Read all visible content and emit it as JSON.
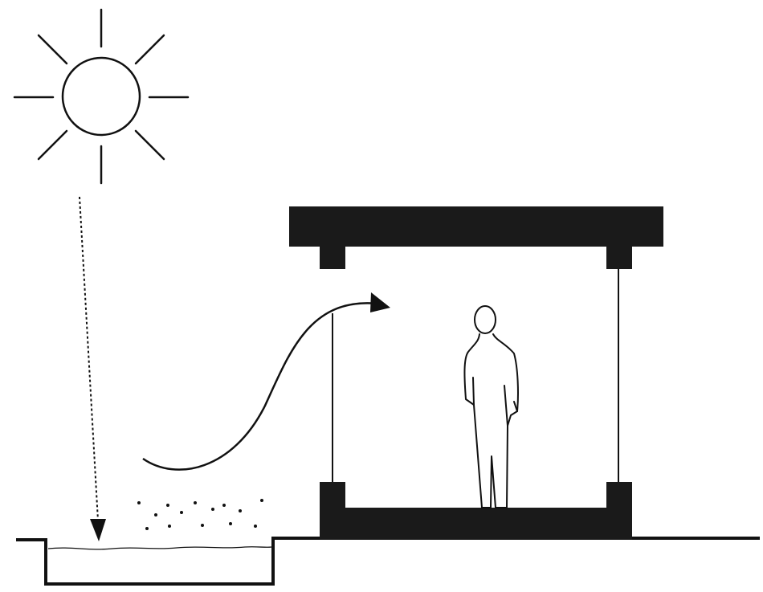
{
  "diagram": {
    "description_items": {
      "sun": "sun-icon",
      "ray": "sunlight-arrow-icon",
      "pool": "water-pool",
      "vapor": "evaporation-particles",
      "airflow": "cool-air-flow-arrow-icon",
      "pavilion": "open-pavilion-structure",
      "person": "person-icon"
    },
    "colors": {
      "ink": "#111111",
      "structure": "#1a1a1a",
      "background": "#ffffff"
    }
  }
}
